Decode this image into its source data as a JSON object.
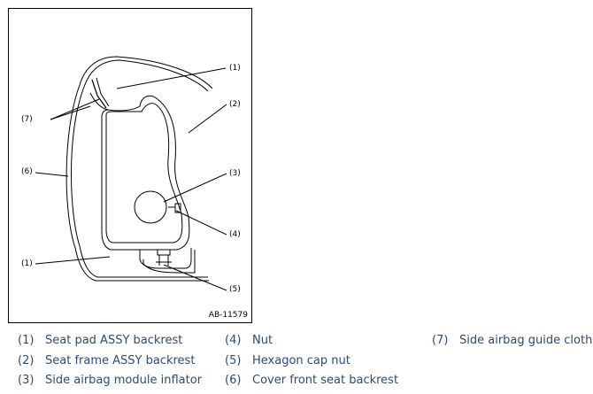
{
  "figure": {
    "id": "AB-11579",
    "callouts": [
      "(1)",
      "(2)",
      "(3)",
      "(4)",
      "(5)",
      "(6)",
      "(7)",
      "(1)"
    ]
  },
  "legend": [
    {
      "num": "(1)",
      "text": "Seat pad ASSY backrest"
    },
    {
      "num": "(2)",
      "text": "Seat frame ASSY backrest"
    },
    {
      "num": "(3)",
      "text": "Side airbag module inflator"
    },
    {
      "num": "(4)",
      "text": "Nut"
    },
    {
      "num": "(5)",
      "text": "Hexagon cap nut"
    },
    {
      "num": "(6)",
      "text": "Cover front seat backrest"
    },
    {
      "num": "(7)",
      "text": "Side airbag guide cloth"
    }
  ],
  "colors": {
    "legend_text": "#2e4a73",
    "line": "#000000"
  }
}
